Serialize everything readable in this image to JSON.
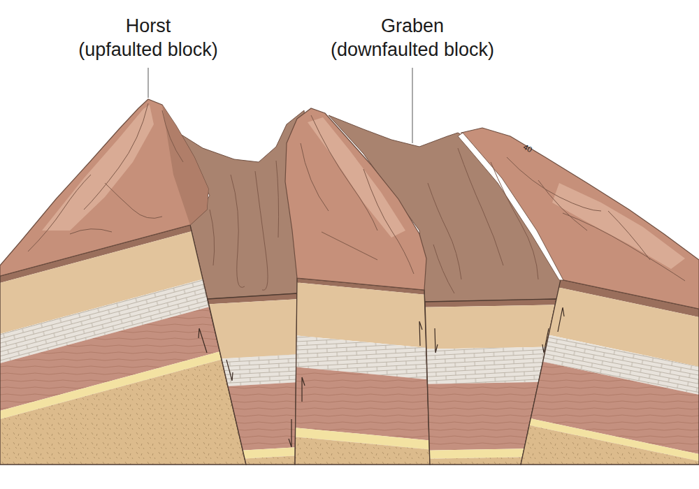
{
  "diagram": {
    "labels": [
      "Horst",
      "(upfaulted block)",
      "Graben",
      "(downfaulted block)",
      "40"
    ]
  }
}
